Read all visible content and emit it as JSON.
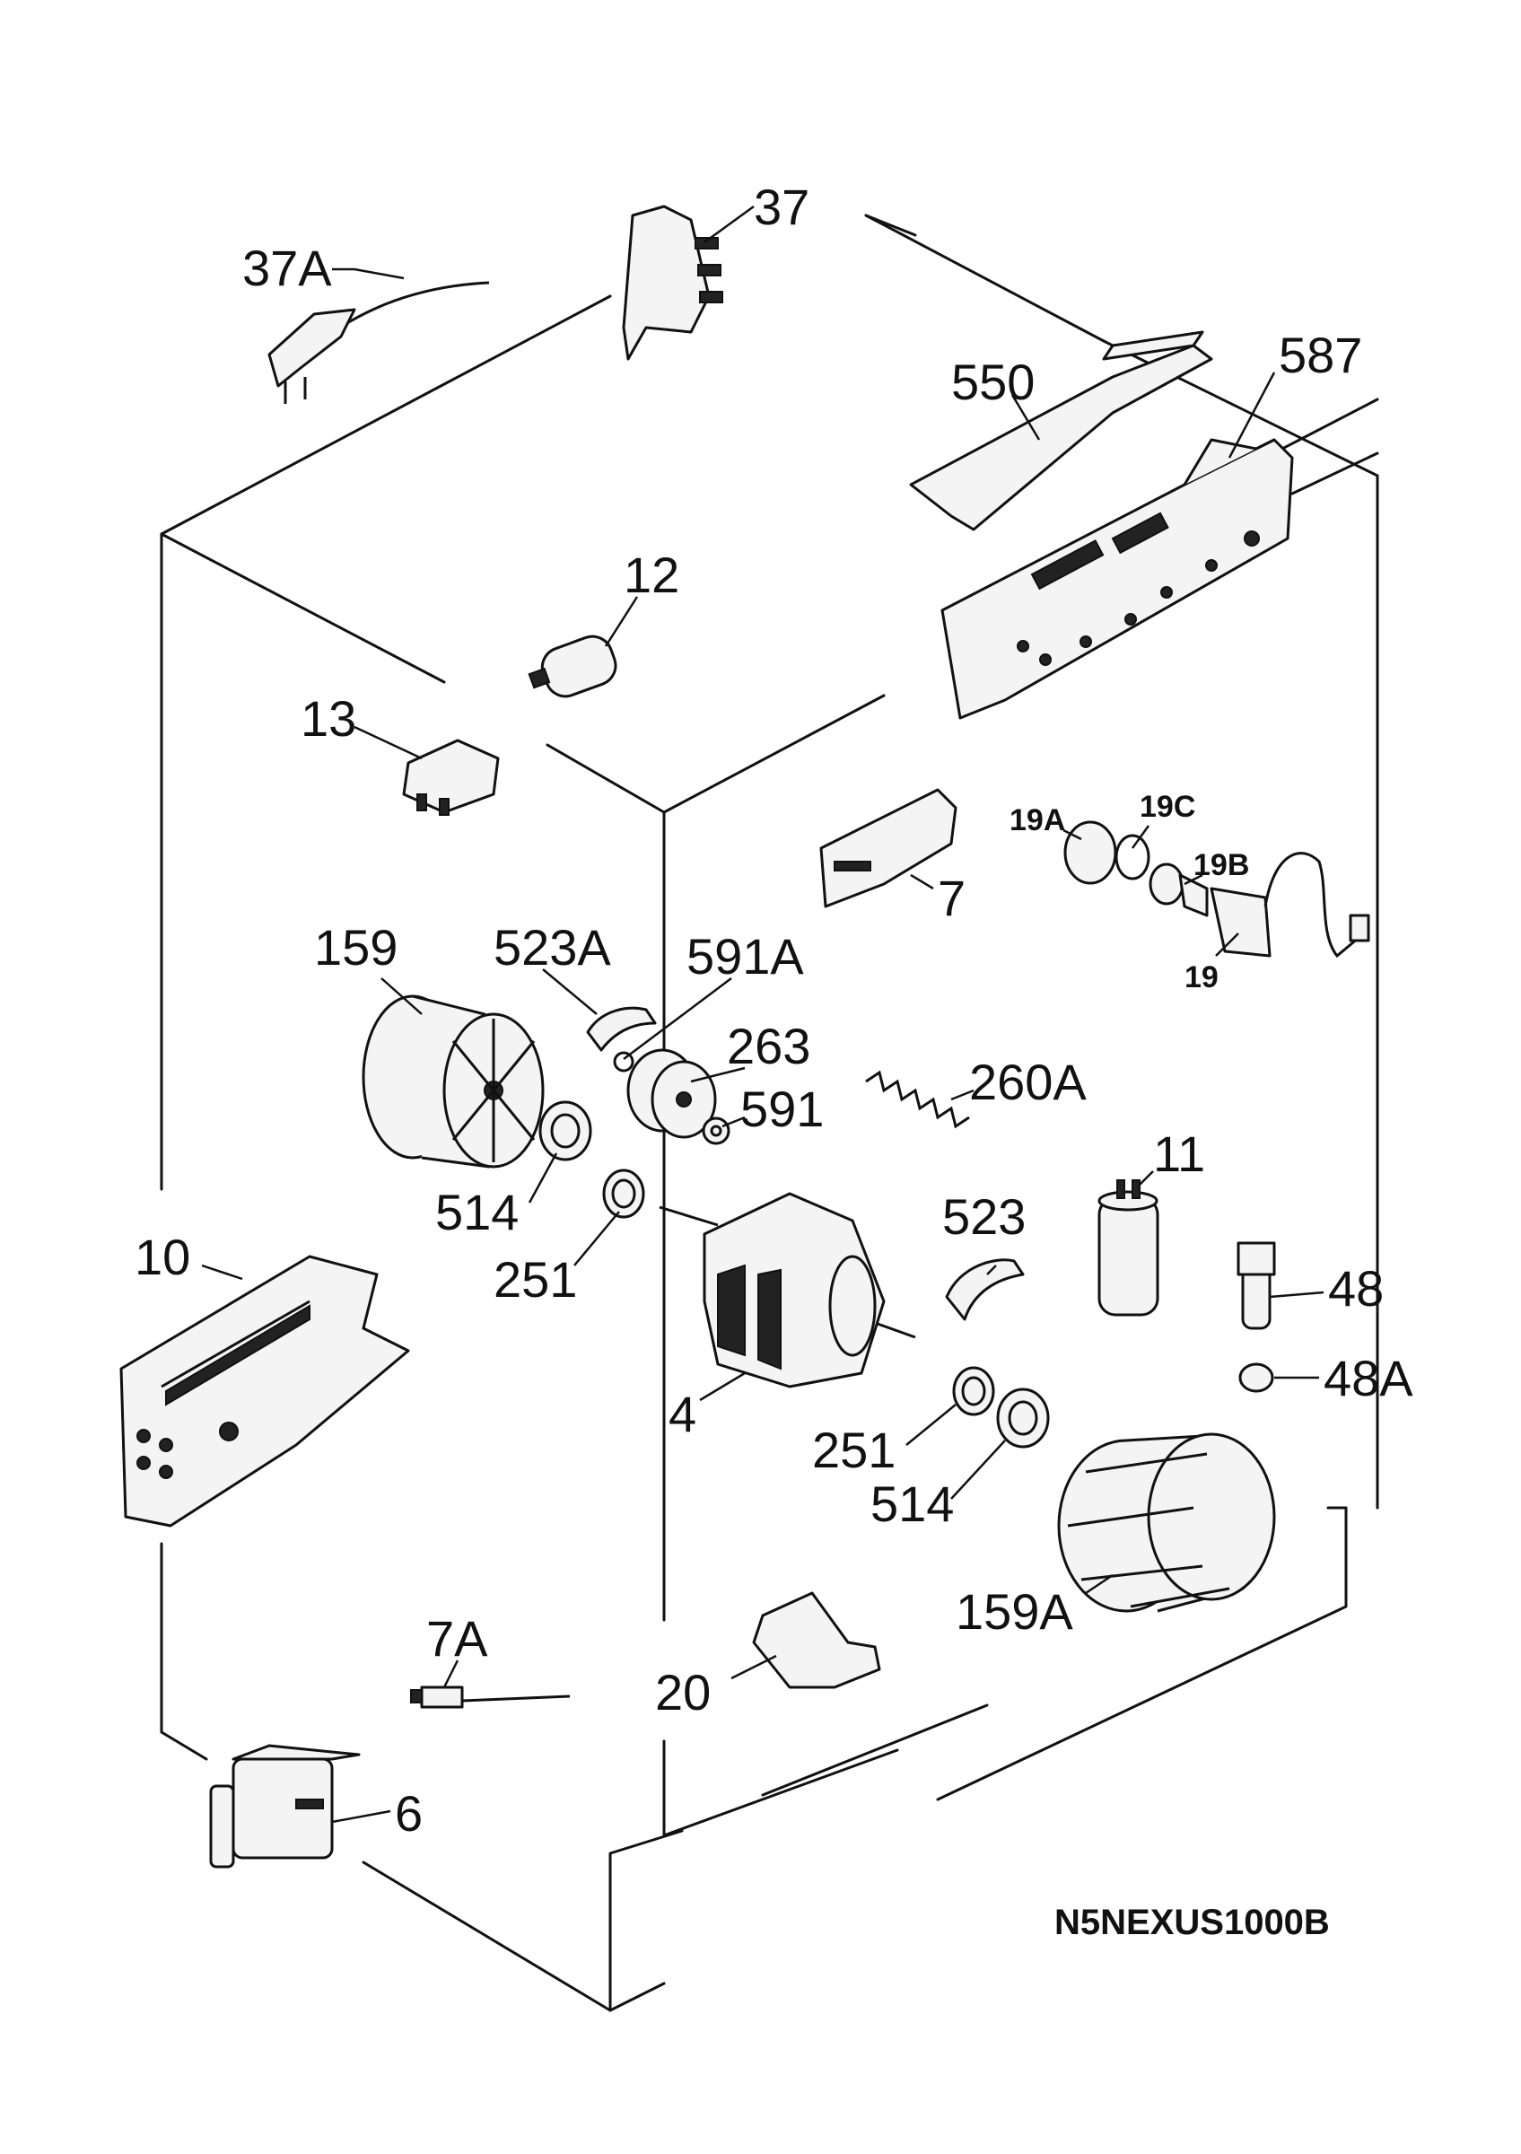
{
  "diagram_code": "N5NEXUS1000B",
  "callouts": {
    "c37": "37",
    "c37A": "37A",
    "c550": "550",
    "c587": "587",
    "c12": "12",
    "c13": "13",
    "c7": "7",
    "c19A": "19A",
    "c19C": "19C",
    "c19B": "19B",
    "c19": "19",
    "c159": "159",
    "c523A": "523A",
    "c591A": "591A",
    "c263": "263",
    "c591": "591",
    "c260A": "260A",
    "c11": "11",
    "c514a": "514",
    "c251a": "251",
    "c523": "523",
    "c48": "48",
    "c48A": "48A",
    "c10": "10",
    "c4": "4",
    "c251b": "251",
    "c514b": "514",
    "c159A": "159A",
    "c7A": "7A",
    "c20": "20",
    "c6": "6"
  }
}
